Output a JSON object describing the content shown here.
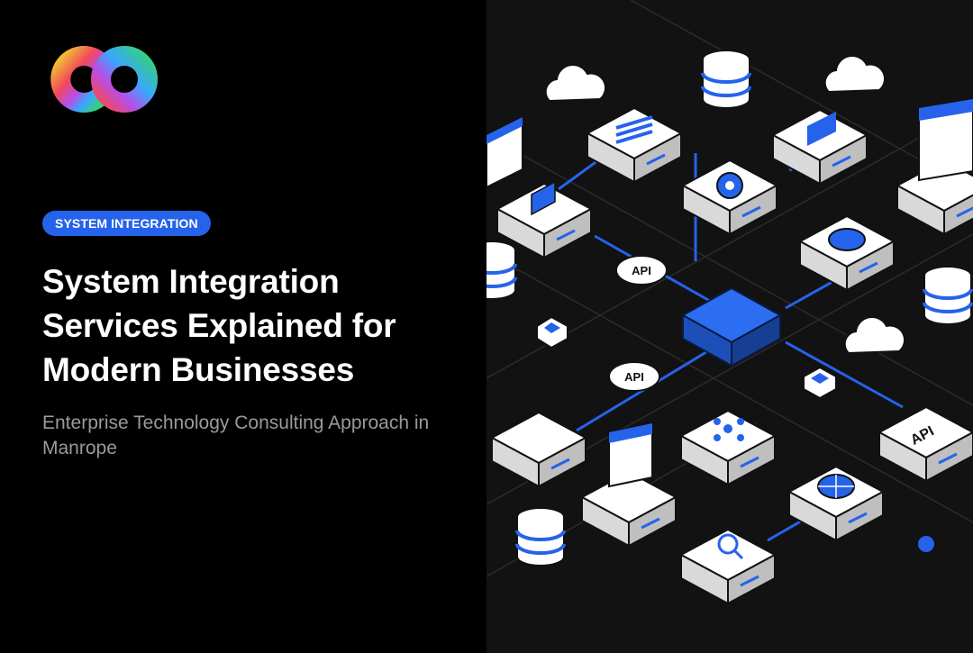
{
  "brand": {
    "logo_icon": "infinity-co-logo-icon",
    "gradient_colors": [
      "#f3c431",
      "#f2495a",
      "#b84ee8",
      "#3aa7ff",
      "#35d07f"
    ]
  },
  "hero": {
    "tag_label": "SYSTEM INTEGRATION",
    "title": "System Integration Services Explained for Modern Businesses",
    "subtitle": "Enterprise Technology Consulting Approach in Manrope"
  },
  "illustration": {
    "api_labels": [
      "API",
      "API",
      "API"
    ],
    "accent_color": "#2563eb",
    "icons": [
      "cloud-upload-icon",
      "database-icon",
      "cloud-download-icon",
      "list-icon",
      "image-icon",
      "browser-window-icon",
      "code-icon",
      "plug-icon",
      "gear-icon",
      "coin-icon",
      "hexagon-icon",
      "network-icon",
      "globe-icon",
      "search-icon",
      "cloud-sync-icon",
      "gear-icon"
    ]
  },
  "colors": {
    "background": "#000000",
    "panel_background": "#121212",
    "tag_background": "#2563eb",
    "title_color": "#ffffff",
    "subtitle_color": "#9a9a9a"
  }
}
